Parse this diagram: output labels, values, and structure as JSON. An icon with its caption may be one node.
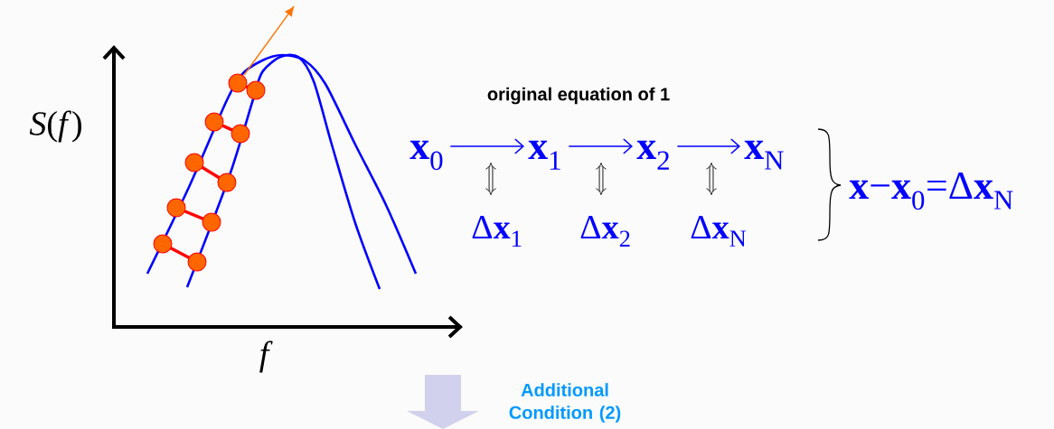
{
  "diagram": {
    "nodes": [
      {
        "text": [
          "**x**$_{0}$"
        ]
      },
      {
        "text": [
          "**x**$_{1}$"
        ]
      },
      {
        "text": [
          "**x**$_{2}$"
        ]
      },
      {
        "text": [
          "**x**$_{N}$"
        ]
      },
      {
        "text": [
          "Δ**x**$_{1}$"
        ]
      },
      {
        "text": [
          "Δ**x**$_{2}$"
        ]
      },
      {
        "text": [
          "Δ**x**$_{N}$"
        ]
      }
    ],
    "edges": [
      {
        "from": 0,
        "to": 1,
        "arrow": "to"
      },
      {
        "from": 1,
        "to": 2,
        "arrow": "to"
      },
      {
        "from": 2,
        "to": 3,
        "arrow": "to"
      }
    ],
    "labels": [
      "*S*(*f*)",
      "f",
      "original equation of 1",
      "**x**−**x**$_{0}$=Δ**x**$_{N}$",
      "Additional Condition (2)"
    ]
  }
}
